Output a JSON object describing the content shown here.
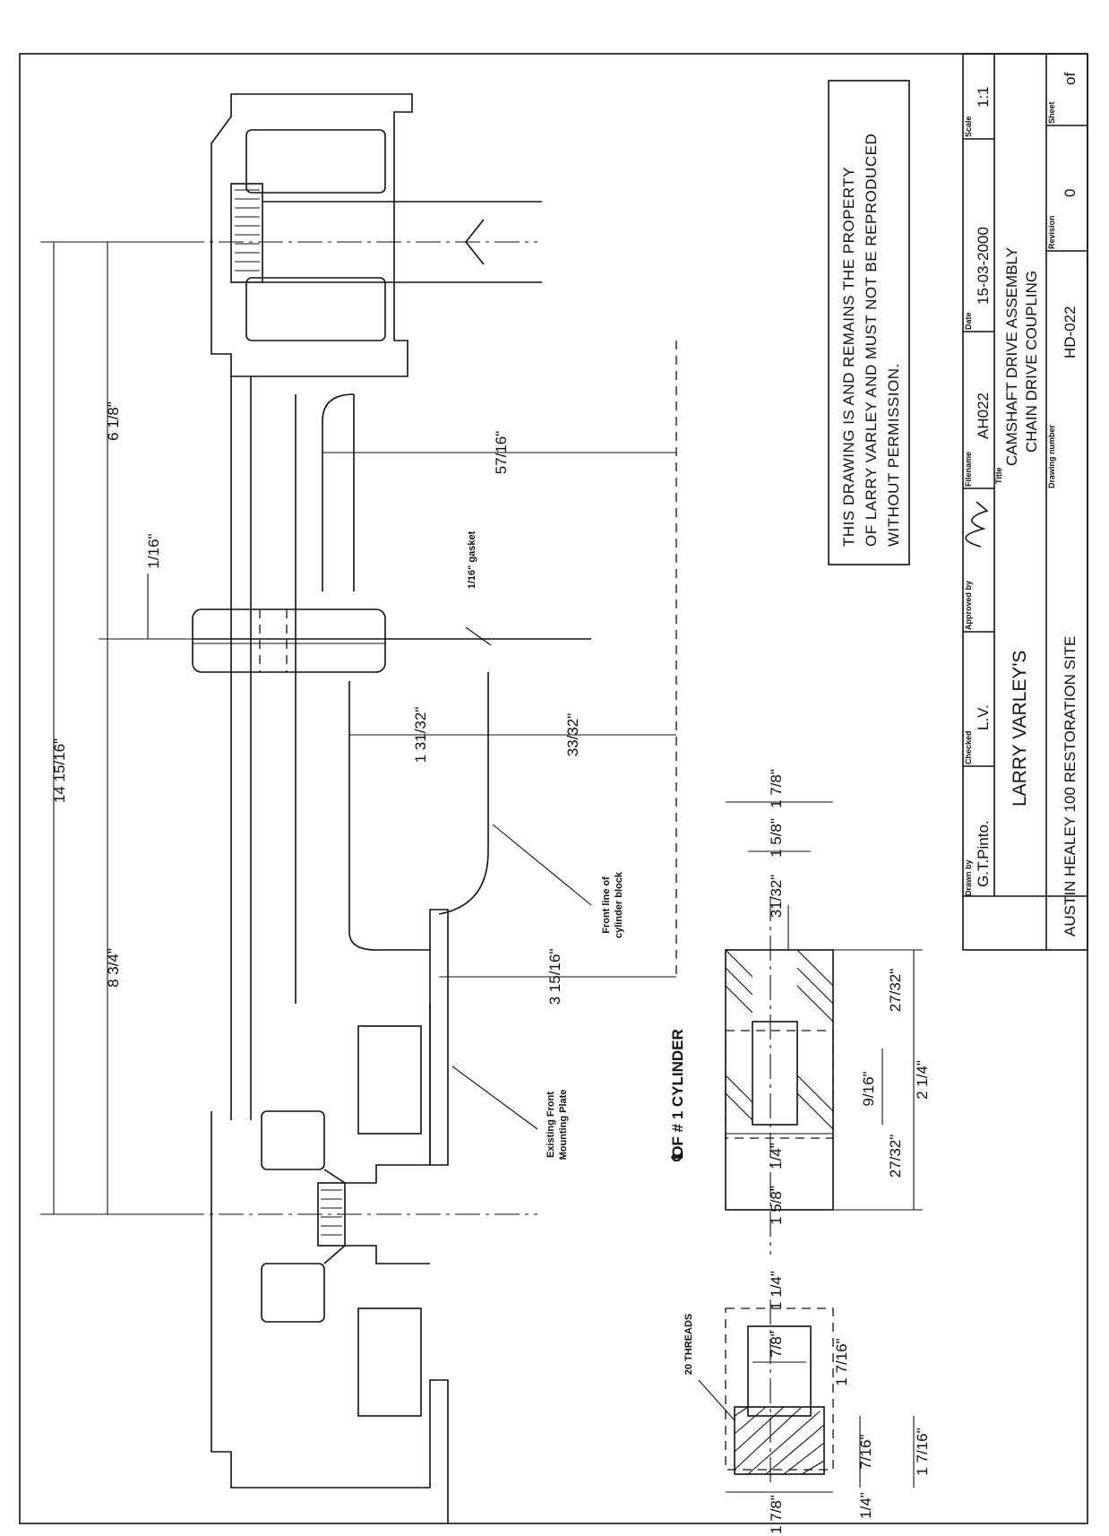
{
  "dimensions": {
    "d_14_15_16": "14 15/16\"",
    "d_8_3_4": "8 3/4\"",
    "d_6_1_8": "6 1/8\"",
    "d_1_16": "1/16\"",
    "d_5_7_16": "57/16\"",
    "d_1_31_32": "1 31/32\"",
    "d_3_3_32": "33/32\"",
    "d_3_15_16": "3 15/16\"",
    "d_gasket": "1/16\" gasket",
    "d_1_7_8_a": "1 7/8\"",
    "d_1_5_8_a": "1 5/8\"",
    "d_31_32": "31/32\"",
    "d_27_32_a": "27/32\"",
    "d_27_32_b": "27/32\"",
    "d_2_1_4": "2 1/4\"",
    "d_9_16": "9/16\"",
    "d_1_4_a": "1/4\"",
    "d_1_5_8_b": "1 5/8\"",
    "d_1_1_4": "1 1/4\"",
    "d_7_8": "7/8\"",
    "d_1_7_16_a": "1 7/16\"",
    "d_7_16": "7/16\"",
    "d_1_7_16_b": "1 7/16\"",
    "d_1_4_b": "1/4\"",
    "d_1_7_8_b": "1 7/8\""
  },
  "annotations": {
    "front_line": [
      "Front line of",
      "cylinder block"
    ],
    "mounting_plate": [
      "Existing Front",
      "Mounting Plate"
    ],
    "cylinder_center": "OF # 1 CYLINDER",
    "threads": "20 THREADS"
  },
  "notice": [
    "THIS DRAWING IS AND REMAINS THE PROPERTY",
    "OF LARRY VARLEY AND MUST NOT BE   REPRODUCED",
    "WITHOUT PERMISSION."
  ],
  "title_block": {
    "site": "AUSTIN HEALEY 100 RESTORATION SITE",
    "owner": "LARRY VARLEY'S",
    "drawn_by_label": "Drawn by",
    "drawn_by": "G.T.Pinto.",
    "checked_label": "Checked",
    "checked": "L.V.",
    "approved_label": "Approved by",
    "filename_label": "Filename",
    "filename": "AH022",
    "date_label": "Date",
    "date": "15-03-2000",
    "scale_label": "Scale",
    "scale": "1:1",
    "title_label": "Title",
    "title_line1": "CAMSHAFT DRIVE ASSEMBLY",
    "title_line2": "CHAIN DRIVE COUPLING",
    "drawing_number_label": "Drawing number",
    "drawing_number": "HD-022",
    "revision_label": "Revision",
    "revision": "0",
    "sheet_label": "Sheet",
    "sheet": "of"
  }
}
